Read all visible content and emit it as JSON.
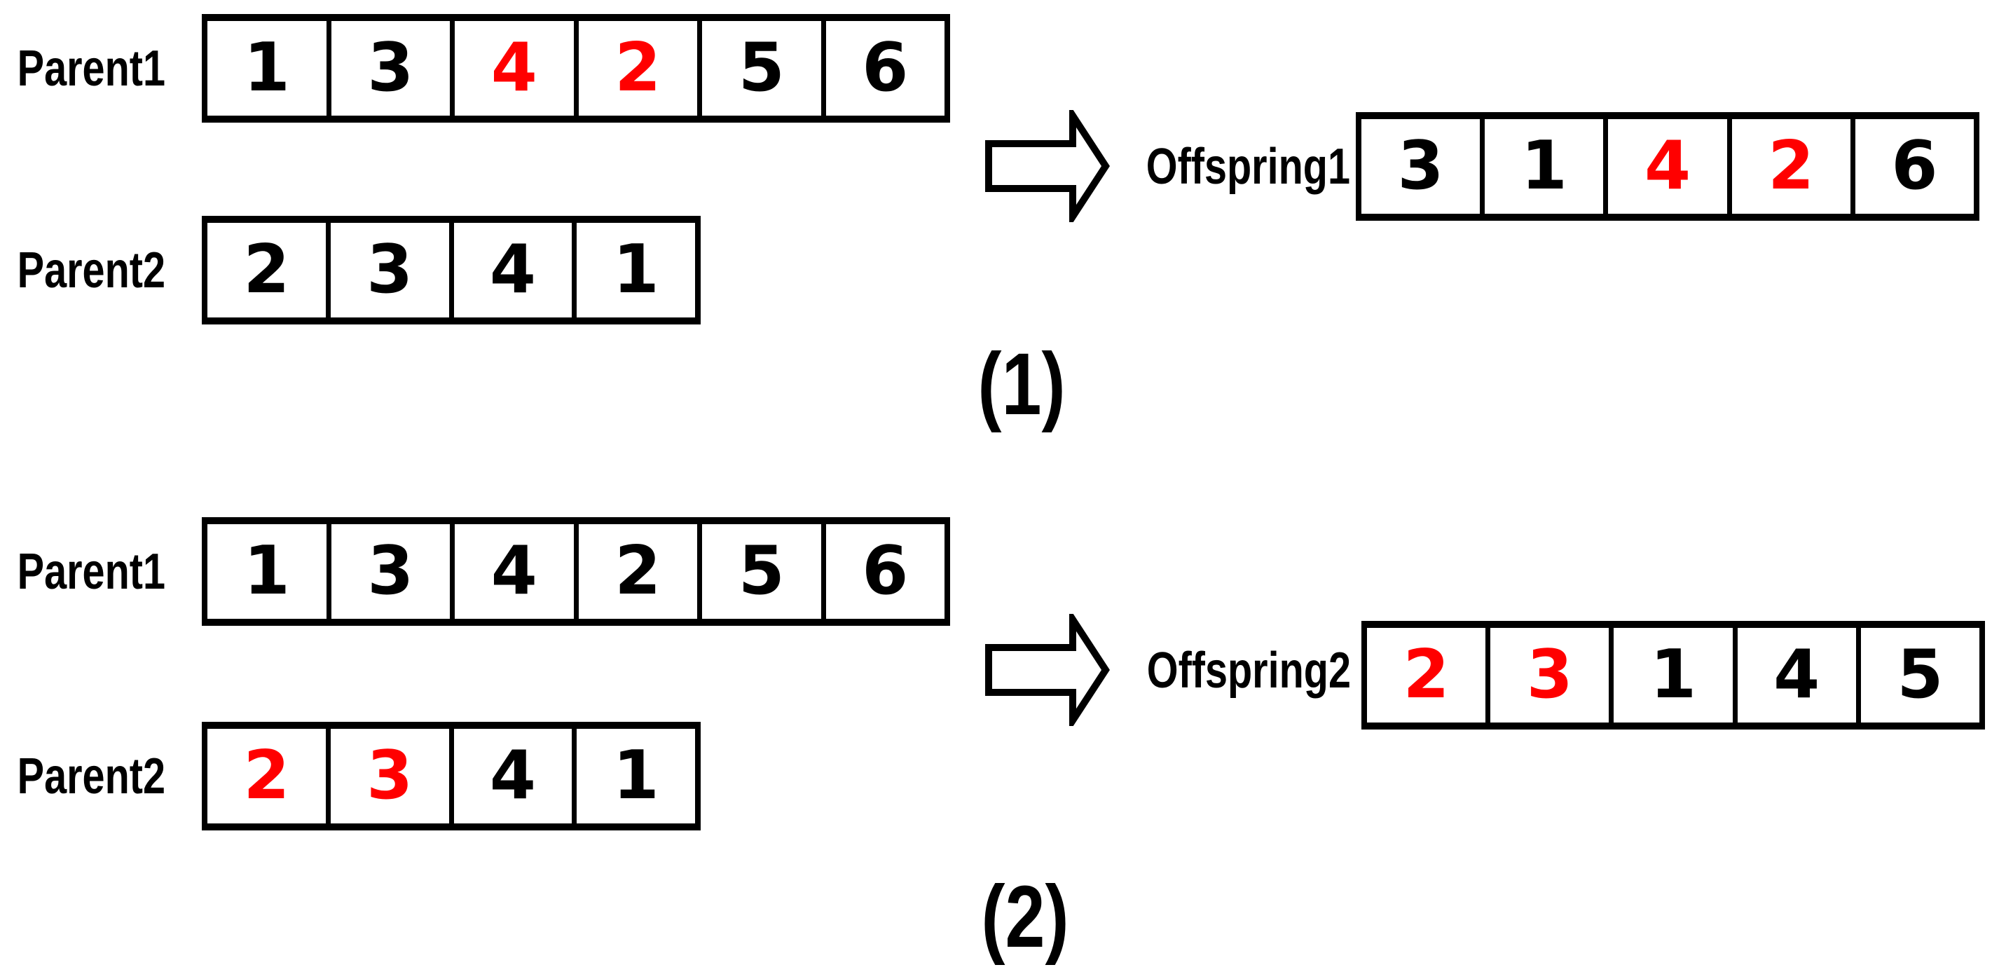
{
  "figure": {
    "background": "#ffffff",
    "text_color": "#000000",
    "highlight_color": "#ff0000"
  },
  "panels": [
    {
      "caption": "(1)",
      "arrow_icon": "right-block-arrow",
      "parent1": {
        "label": "Parent1",
        "cells": [
          {
            "value": "1",
            "color": "#000000"
          },
          {
            "value": "3",
            "color": "#000000"
          },
          {
            "value": "4",
            "color": "#ff0000"
          },
          {
            "value": "2",
            "color": "#ff0000"
          },
          {
            "value": "5",
            "color": "#000000"
          },
          {
            "value": "6",
            "color": "#000000"
          }
        ]
      },
      "parent2": {
        "label": "Parent2",
        "cells": [
          {
            "value": "2",
            "color": "#000000"
          },
          {
            "value": "3",
            "color": "#000000"
          },
          {
            "value": "4",
            "color": "#000000"
          },
          {
            "value": "1",
            "color": "#000000"
          }
        ]
      },
      "offspring": {
        "label": "Offspring1",
        "cells": [
          {
            "value": "3",
            "color": "#000000"
          },
          {
            "value": "1",
            "color": "#000000"
          },
          {
            "value": "4",
            "color": "#ff0000"
          },
          {
            "value": "2",
            "color": "#ff0000"
          },
          {
            "value": "6",
            "color": "#000000"
          }
        ]
      }
    },
    {
      "caption": "(2)",
      "arrow_icon": "right-block-arrow",
      "parent1": {
        "label": "Parent1",
        "cells": [
          {
            "value": "1",
            "color": "#000000"
          },
          {
            "value": "3",
            "color": "#000000"
          },
          {
            "value": "4",
            "color": "#000000"
          },
          {
            "value": "2",
            "color": "#000000"
          },
          {
            "value": "5",
            "color": "#000000"
          },
          {
            "value": "6",
            "color": "#000000"
          }
        ]
      },
      "parent2": {
        "label": "Parent2",
        "cells": [
          {
            "value": "2",
            "color": "#ff0000"
          },
          {
            "value": "3",
            "color": "#ff0000"
          },
          {
            "value": "4",
            "color": "#000000"
          },
          {
            "value": "1",
            "color": "#000000"
          }
        ]
      },
      "offspring": {
        "label": "Offspring2",
        "cells": [
          {
            "value": "2",
            "color": "#ff0000"
          },
          {
            "value": "3",
            "color": "#ff0000"
          },
          {
            "value": "1",
            "color": "#000000"
          },
          {
            "value": "4",
            "color": "#000000"
          },
          {
            "value": "5",
            "color": "#000000"
          }
        ]
      }
    }
  ]
}
